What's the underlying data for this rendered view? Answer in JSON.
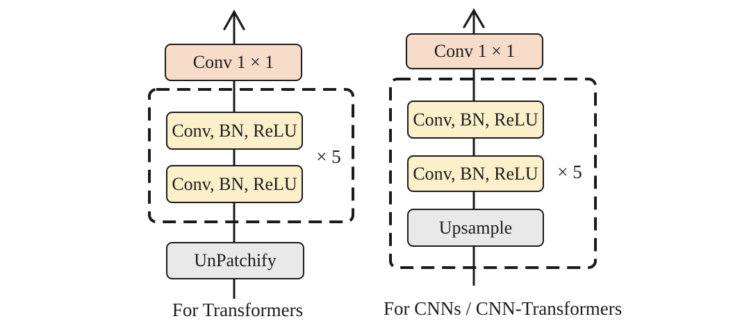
{
  "colors": {
    "stroke": "#1a1a1a",
    "text": "#1c1c1c",
    "conv1x1_fill": "#f8dcca",
    "convbnrelu_fill": "#fbf0c9",
    "neutral_fill": "#e9e9e9"
  },
  "left": {
    "conv1x1": "Conv 1 × 1",
    "block1": "Conv, BN, ReLU",
    "block2": "Conv, BN, ReLU",
    "multiplier": "× 5",
    "unpatchify": "UnPatchify",
    "caption": "For Transformers"
  },
  "right": {
    "conv1x1": "Conv 1 × 1",
    "block1": "Conv, BN, ReLU",
    "block2": "Conv, BN, ReLU",
    "upsample": "Upsample",
    "multiplier": "× 5",
    "caption": "For CNNs / CNN-Transformers"
  }
}
